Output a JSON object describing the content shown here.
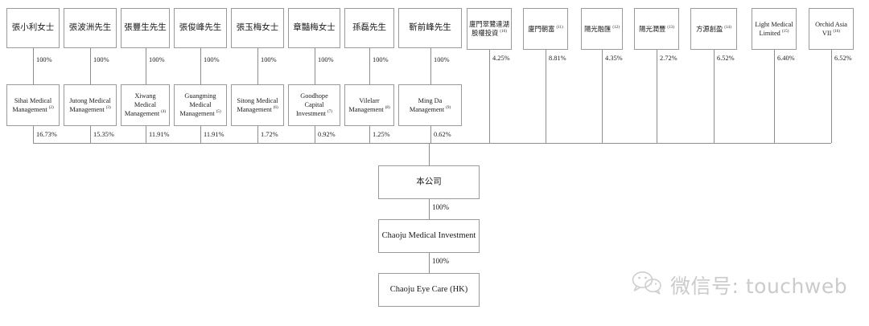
{
  "diagram": {
    "title": "Shareholding structure chart",
    "line_color": "#8d8d8d",
    "box_border_color": "#9a9a9a",
    "watermark": {
      "icon": "wechat-icon",
      "text": "微信号: touchweb",
      "color": "#cbcbcb"
    }
  },
  "persons": [
    {
      "name": "張小利女士",
      "pct": "100%"
    },
    {
      "name": "張波洲先生",
      "pct": "100%"
    },
    {
      "name": "張豐生先生",
      "pct": "100%"
    },
    {
      "name": "張俊峰先生",
      "pct": "100%"
    },
    {
      "name": "張玉梅女士",
      "pct": "100%"
    },
    {
      "name": "章豔梅女士",
      "pct": "100%"
    },
    {
      "name": "孫磊先生",
      "pct": "100%"
    },
    {
      "name": "靳前峰先生",
      "pct": "100%"
    }
  ],
  "management_entities": [
    {
      "name": "Sihai Medical Management",
      "note": "(2)",
      "pct": "16.73%"
    },
    {
      "name": "Jutong Medical Management",
      "note": "(3)",
      "pct": "15.35%"
    },
    {
      "name": "Xiwang Medical Management",
      "note": "(4)",
      "pct": "11.91%"
    },
    {
      "name": "Guangming Medical Management",
      "note": "(5)",
      "pct": "11.91%"
    },
    {
      "name": "Sitong Medical Management",
      "note": "(6)",
      "pct": "1.72%"
    },
    {
      "name": "Goodhope Capital Investment",
      "note": "(7)",
      "pct": "0.92%"
    },
    {
      "name": "Vilelarr Management",
      "note": "(8)",
      "pct": "1.25%"
    },
    {
      "name": "Ming Da Management",
      "note": "(9)",
      "pct": "0.62%"
    }
  ],
  "investors": [
    {
      "name": "廈門翠鷺達湖股權投資",
      "note": "(10)",
      "pct": "4.25%",
      "script": "cn"
    },
    {
      "name": "廈門朝富",
      "note": "(11)",
      "pct": "8.81%",
      "script": "cn"
    },
    {
      "name": "陽光融匯",
      "note": "(12)",
      "pct": "4.35%",
      "script": "cn"
    },
    {
      "name": "陽光潤豐",
      "note": "(13)",
      "pct": "2.72%",
      "script": "cn"
    },
    {
      "name": "方源創盈",
      "note": "(14)",
      "pct": "6.52%",
      "script": "cn"
    },
    {
      "name": "Light Medical Limited",
      "note": "(15)",
      "pct": "6.40%",
      "script": "en"
    },
    {
      "name": "Orchid Asia VII",
      "note": "(16)",
      "pct": "6.52%",
      "script": "en"
    }
  ],
  "core_chain": [
    {
      "name": "本公司",
      "pct_below": "100%"
    },
    {
      "name": "Chaoju Medical Investment",
      "pct_below": "100%"
    },
    {
      "name": "Chaoju Eye Care (HK)",
      "pct_below": ""
    }
  ]
}
